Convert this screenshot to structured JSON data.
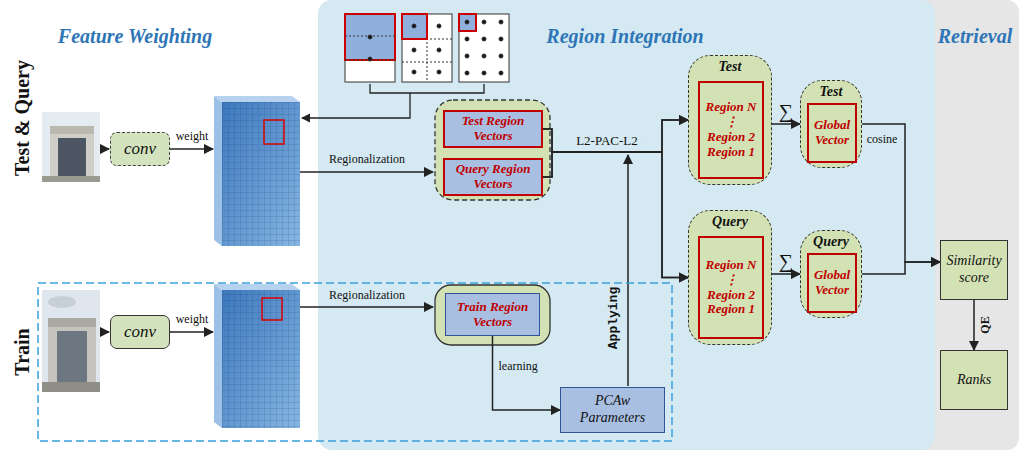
{
  "diagram": {
    "nodes": [
      {
        "text": [
          "conv"
        ]
      },
      {
        "text": [
          "Test Region Vectors"
        ]
      },
      {
        "text": [
          "Query Region Vectors"
        ]
      },
      {
        "text": [
          "Test"
        ]
      },
      {
        "text": [
          "Region N",
          "⋮",
          "Region 2",
          "Region 1"
        ],
        "in": 3
      },
      {
        "text": [
          "Query"
        ]
      },
      {
        "text": [
          "Region N",
          "⋮",
          "Region 2",
          "Region 1"
        ],
        "in": 5
      },
      {
        "text": [
          "Test"
        ]
      },
      {
        "text": [
          "Global Vector"
        ],
        "in": 7
      },
      {
        "text": [
          "Query"
        ]
      },
      {
        "text": [
          "Global Vector"
        ],
        "in": 9
      },
      {
        "text": [
          "Similarity score"
        ]
      },
      {
        "text": [
          "Ranks"
        ]
      },
      {
        "text": [
          "conv"
        ]
      },
      {
        "text": [
          "Train Region Vectors"
        ]
      },
      {
        "text": [
          "PCAw Parameters"
        ]
      }
    ],
    "edges": [
      {
        "from": 1,
        "to": 3,
        "arrow": "to"
      },
      {
        "from": 1,
        "to": 5,
        "arrow": "to"
      },
      {
        "from": 2,
        "to": 3,
        "arrow": "to"
      },
      {
        "from": 2,
        "to": 5,
        "arrow": "to"
      },
      {
        "from": 3,
        "to": 7,
        "label": "∑",
        "arrow": "to"
      },
      {
        "from": 5,
        "to": 9,
        "label": "∑",
        "arrow": "to"
      },
      {
        "from": 7,
        "to": 11,
        "arrow": "to"
      },
      {
        "from": 9,
        "to": 11,
        "arrow": "to"
      },
      {
        "from": 11,
        "to": 12,
        "label": "QE",
        "arrow": "to"
      },
      {
        "from": 14,
        "to": 15,
        "label": "learning",
        "arrow": "to"
      }
    ],
    "labels": [
      "Feature Weighting",
      "Region Integration",
      "Retrieval",
      "Test & Query",
      "Train",
      "weight",
      "weight",
      "Regionalization",
      "Regionalization",
      "L2-PAC-L2",
      "Applying",
      "cosine"
    ]
  }
}
